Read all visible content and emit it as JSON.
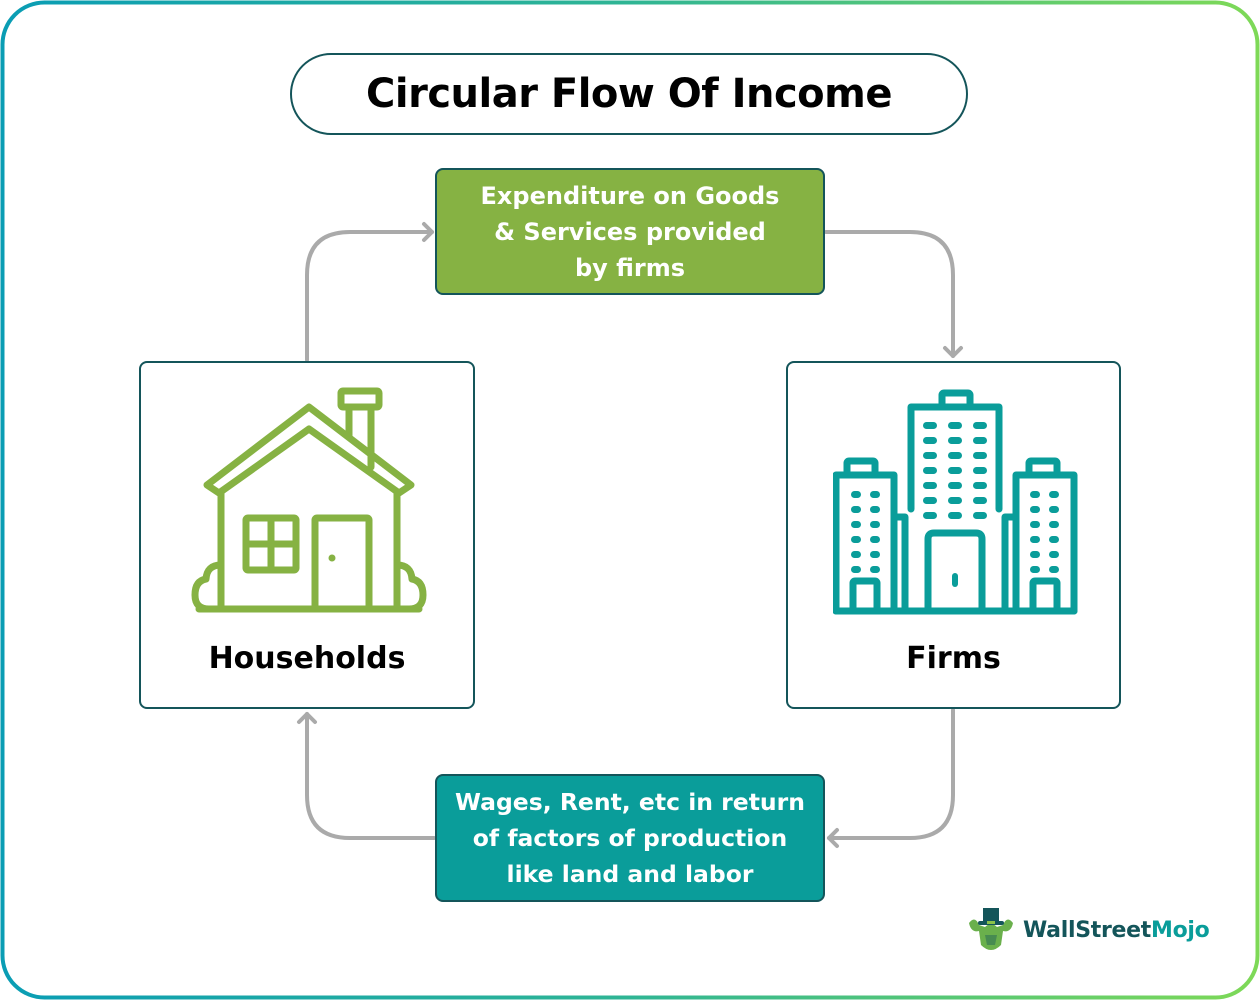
{
  "title": "Circular Flow Of Income",
  "flows": {
    "top": {
      "label": "Expenditure on Goods\n& Services provided\nby firms",
      "color": "#86b243",
      "direction": "households-to-firms"
    },
    "bottom": {
      "label": "Wages, Rent, etc in return\nof factors of production\nlike land and labor",
      "color": "#0a9d9a",
      "direction": "firms-to-households"
    }
  },
  "entities": {
    "households": {
      "label": "Households",
      "icon": "house-icon",
      "icon_color": "#86b243"
    },
    "firms": {
      "label": "Firms",
      "icon": "office-buildings-icon",
      "icon_color": "#0a9d9a"
    }
  },
  "logo": {
    "part1": "WallStreet",
    "part2": "Mojo"
  },
  "colors": {
    "border_gradient_start": "#0a9db4",
    "border_gradient_end": "#7ed957",
    "outline": "#14555a",
    "arrow": "#aaaaaa"
  }
}
